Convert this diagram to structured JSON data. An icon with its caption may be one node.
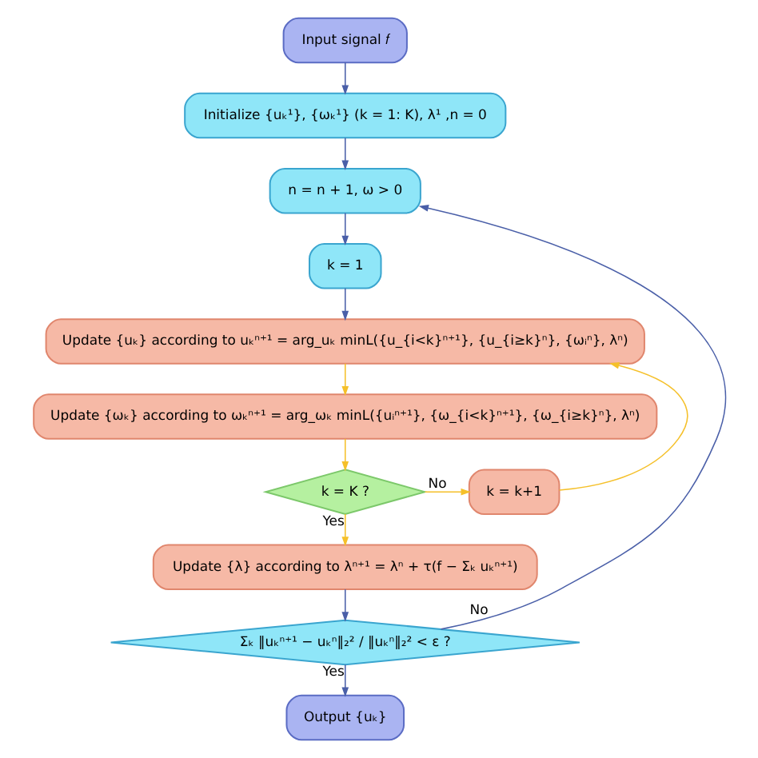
{
  "diagram": {
    "nodes": [
      {
        "text": [
          "Input signal 𝑓"
        ]
      },
      {
        "text": [
          "Initialize {uₖ¹}, {ωₖ¹} (k = 1: K), λ¹ ,n = 0"
        ]
      },
      {
        "text": [
          "n = n + 1, ω > 0"
        ]
      },
      {
        "text": [
          "k = 1"
        ]
      },
      {
        "text": [
          "Update {uₖ} according to uₖⁿ⁺¹ = arg_uₖ minL({u_{i<k}ⁿ⁺¹}, {u_{i≥k}ⁿ}, {ωᵢⁿ}, λⁿ)"
        ]
      },
      {
        "text": [
          "Update {ωₖ} according to ωₖⁿ⁺¹ = arg_ωₖ minL({uᵢⁿ⁺¹}, {ω_{i<k}ⁿ⁺¹}, {ω_{i≥k}ⁿ}, λⁿ)"
        ]
      },
      {
        "text": [
          "k = k+1"
        ]
      },
      {
        "text": [
          "k = K ?"
        ]
      },
      {
        "text": [
          "Update {λ} according to λⁿ⁺¹ = λⁿ + τ(f − Σₖ uₖⁿ⁺¹)"
        ]
      },
      {
        "text": [
          "Σₖ ‖uₖⁿ⁺¹ − uₖⁿ‖₂² / ‖uₖⁿ‖₂² < ε ?"
        ]
      },
      {
        "text": [
          "Output {uₖ}"
        ]
      }
    ],
    "edges": [
      {
        "from": 0,
        "to": 1,
        "arrow": "to"
      },
      {
        "from": 1,
        "to": 2,
        "arrow": "to"
      },
      {
        "from": 2,
        "to": 3,
        "arrow": "to"
      },
      {
        "from": 3,
        "to": 4,
        "arrow": "to"
      },
      {
        "from": 4,
        "to": 5,
        "arrow": "to",
        "color": "#f5c02a"
      },
      {
        "from": 5,
        "to": 7,
        "arrow": "to",
        "color": "#f5c02a"
      },
      {
        "from": 7,
        "to": 6,
        "arrow": "to",
        "label": "No",
        "color": "#f5c02a"
      },
      {
        "from": 6,
        "to": 4,
        "arrow": "to",
        "color": "#f5c02a"
      },
      {
        "from": 7,
        "to": 8,
        "arrow": "to",
        "label": "Yes",
        "color": "#f5c02a"
      },
      {
        "from": 8,
        "to": 9,
        "arrow": "to"
      },
      {
        "from": 9,
        "to": 2,
        "arrow": "to",
        "label": "No"
      },
      {
        "from": 9,
        "to": 10,
        "arrow": "to",
        "label": "Yes"
      }
    ]
  }
}
